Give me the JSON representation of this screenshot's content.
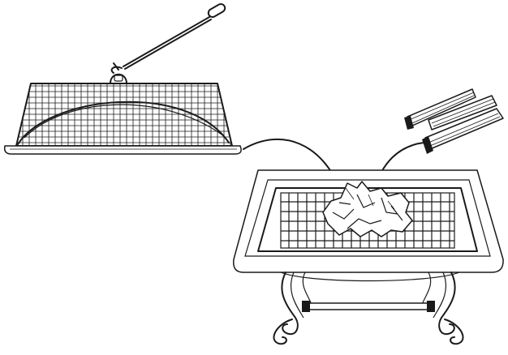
{
  "diagram": {
    "parts": [
      {
        "id": "spark-screen",
        "icon": "spark-screen-icon"
      },
      {
        "id": "screen-lift-tool",
        "icon": "poker-tool-icon"
      },
      {
        "id": "firewood",
        "icon": "firewood-icon"
      },
      {
        "id": "crumpled-paper",
        "icon": "paper-icon"
      },
      {
        "id": "fire-pit-table",
        "icon": "fire-pit-icon"
      }
    ],
    "arrows": [
      {
        "from": "spark-screen",
        "to": "fire-bowl"
      },
      {
        "from": "firewood",
        "to": "fire-bowl"
      }
    ],
    "colors": {
      "ink": "#1a1a1a",
      "background": "#ffffff"
    }
  }
}
